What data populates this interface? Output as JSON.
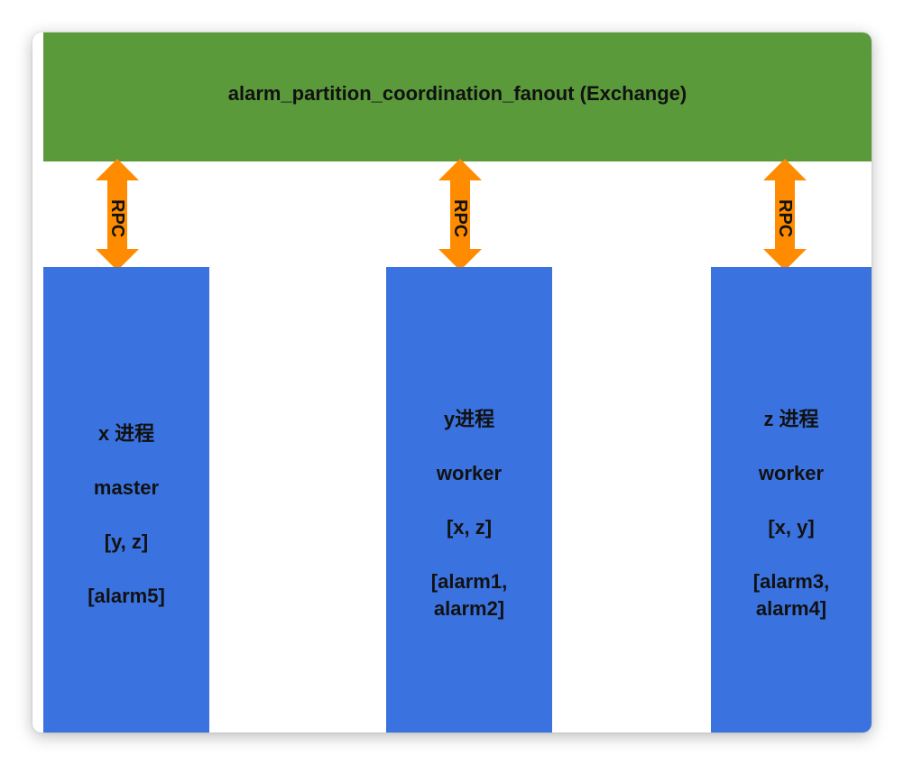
{
  "exchange": {
    "label": "alarm_partition_coordination_fanout (Exchange)",
    "color": "#5b9a3b"
  },
  "connections": [
    {
      "label": "RPC",
      "icon": "double-arrow-icon",
      "color": "#ff8c00"
    },
    {
      "label": "RPC",
      "icon": "double-arrow-icon",
      "color": "#ff8c00"
    },
    {
      "label": "RPC",
      "icon": "double-arrow-icon",
      "color": "#ff8c00"
    }
  ],
  "processes": [
    {
      "name": "x 进程",
      "role": "master",
      "peers": "[y, z]",
      "alarms": [
        "[alarm5]"
      ]
    },
    {
      "name": "y进程",
      "role": "worker",
      "peers": "[x, z]",
      "alarms": [
        "[alarm1,",
        "alarm2]"
      ]
    },
    {
      "name": "z 进程",
      "role": "worker",
      "peers": "[x, y]",
      "alarms": [
        "[alarm3,",
        "alarm4]"
      ]
    }
  ],
  "process_color": "#3a73e0"
}
